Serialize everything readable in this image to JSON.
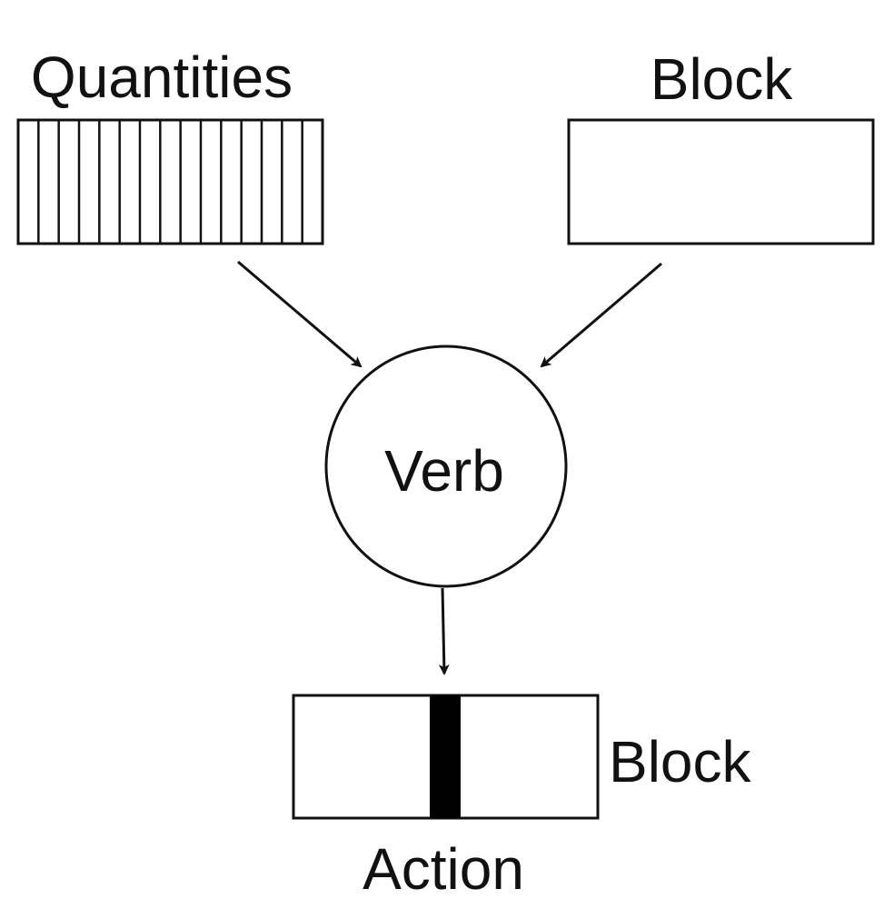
{
  "diagram": {
    "quantities_label": "Quantities",
    "block_top_label": "Block",
    "verb_label": "Verb",
    "block_bottom_label": "Block",
    "action_label": "Action"
  },
  "colors": {
    "stroke": "#111111",
    "background": "#ffffff",
    "action_bar": "#000000"
  }
}
